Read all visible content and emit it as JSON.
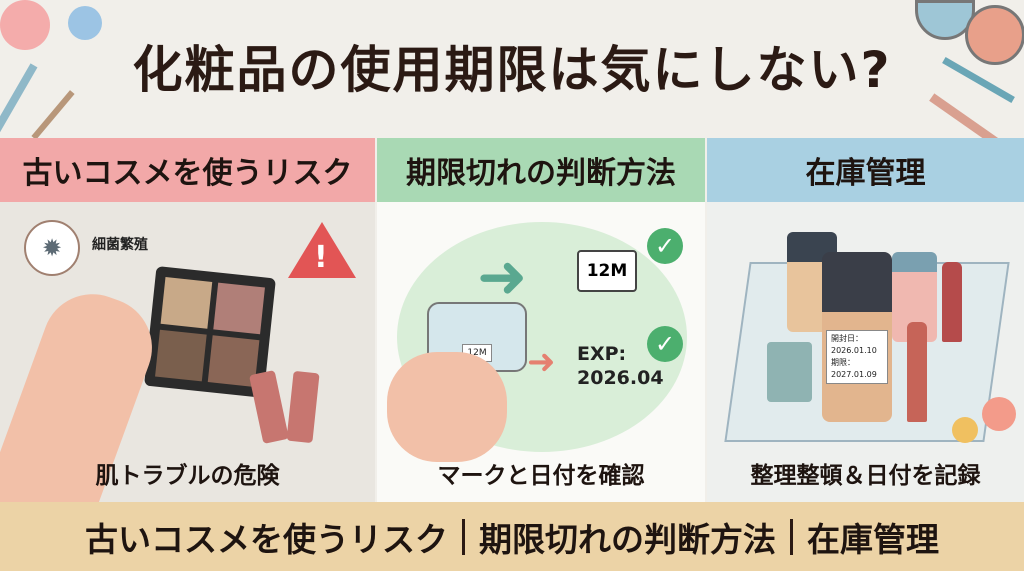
{
  "title": "化粧品の使用期限は気にしない?",
  "columns": [
    {
      "header": "古いコスメを使うリスク",
      "caption": "肌トラブルの危険",
      "badge": "細菌繁殖",
      "color": "#f2a8a8"
    },
    {
      "header": "期限切れの判断方法",
      "caption": "マークと日付を確認",
      "pao_label": "12M",
      "jar_label": "12M",
      "exp_label": "EXP:",
      "exp_date": "2026.04",
      "color": "#a9d9b4"
    },
    {
      "header": "在庫管理",
      "caption": "整理整頓＆日付を記録",
      "label_open": "開封日：2026.01.10",
      "label_limit": "期限：2027.01.09",
      "color": "#a9d0e2"
    }
  ],
  "bottom": {
    "items": [
      "古いコスメを使うリスク",
      "期限切れの判断方法",
      "在庫管理"
    ],
    "color": "#ecd3a6"
  }
}
